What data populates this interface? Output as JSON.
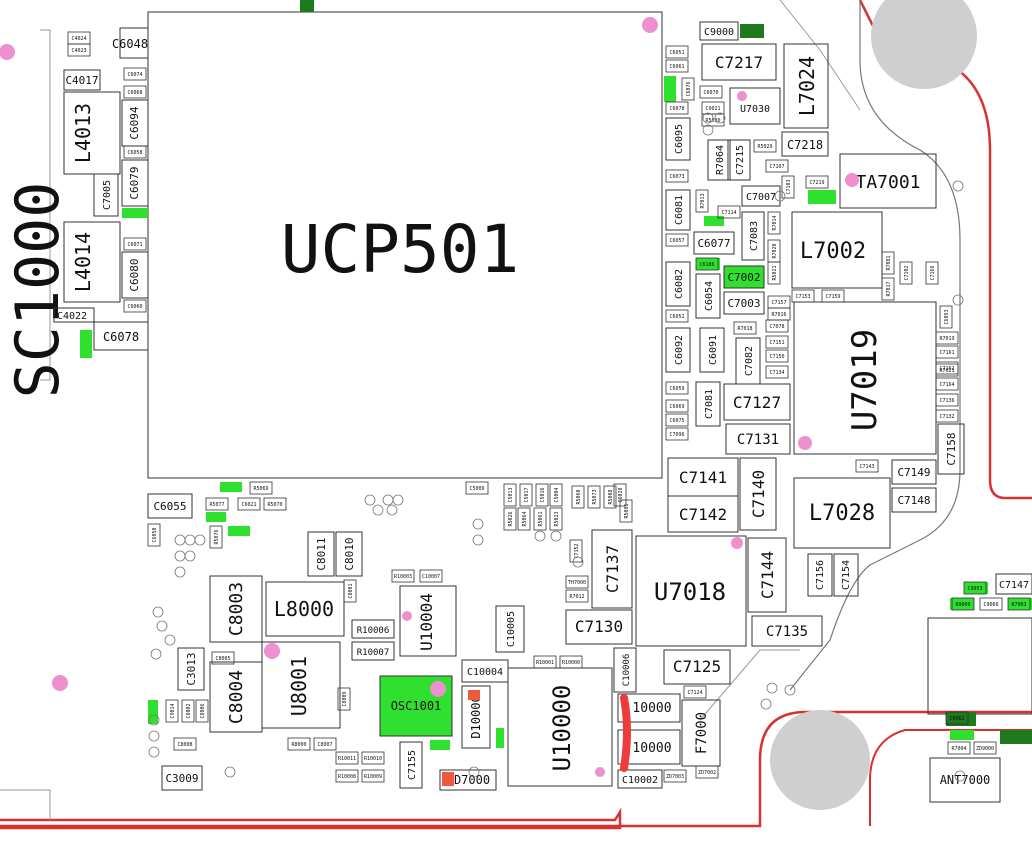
{
  "colors": {
    "outline": "#d93030",
    "component_stroke": "#333333",
    "highlight": "#2fe02f",
    "highlight_dark": "#1f7a1f",
    "pad": "#ee8fce",
    "mounting_hole": "#cfcfcf",
    "trace_mark": "#ee3b3b"
  },
  "labels": {
    "sc1000": "SC1000",
    "ucp501": "UCP501",
    "u7019": "U7019",
    "u7018": "U7018",
    "u10000": "U10000",
    "u8001": "U8001",
    "u10004": "U10004",
    "ta7001": "TA7001",
    "l7002": "L7002",
    "l7028": "L7028",
    "l7024": "L7024",
    "l4013": "L4013",
    "l4014": "L4014",
    "l8000": "L8000",
    "osc1001": "OSC1001",
    "ant7000": "ANT7000",
    "c7217": "C7217",
    "c7218": "C7218",
    "c7127": "C7127",
    "c7131": "C7131",
    "c7141": "C7141",
    "c7142": "C7142",
    "c7140": "C7140",
    "c7144": "C7144",
    "c7137": "C7137",
    "c7130": "C7130",
    "c7135": "C7135",
    "c7125": "C7125",
    "c7156": "C7156",
    "c7154": "C7154",
    "c7149": "C7149",
    "c7148": "C7148",
    "c7158": "C7158",
    "c7147": "C7147",
    "c7002": "C7002",
    "c7003": "C7003",
    "c7007": "C7007",
    "c7083": "C7083",
    "c7082": "C7082",
    "c7081": "C7081",
    "c7215": "C7215",
    "c7155": "C7155",
    "c9000": "C9000",
    "c6048": "C6048",
    "c4017": "C4017",
    "c6094": "C6094",
    "c6079": "C6079",
    "c6080": "C6080",
    "c6078": "C6078",
    "c6055": "C6055",
    "c6077": "C6077",
    "c6081": "C6081",
    "c6082": "C6082",
    "c6054": "C6054",
    "c6092": "C6092",
    "c6091": "C6091",
    "c6095": "C6095",
    "c7005": "C7005",
    "c8003": "C8003",
    "c8004": "C8004",
    "c3013": "C3013",
    "c3009": "C3009",
    "c8011": "C8011",
    "c8010": "C8010",
    "c10005": "C10005",
    "c10004": "C10004",
    "c10006": "C10006",
    "c10002": "C10002",
    "c10000a": "10000",
    "c10000b": "10000",
    "c4022": "C4022",
    "r7064": "R7064",
    "r10006": "R10006",
    "r10007": "R10007",
    "u7030": "U7030",
    "d10000": "D10000",
    "d7000": "D7000",
    "f7000": "F7000",
    "small": [
      "C6074",
      "C6068",
      "C6058",
      "C6071",
      "C6060",
      "C4024",
      "C4023",
      "C6051",
      "C6061",
      "C6076",
      "C6078",
      "C6070",
      "C9021",
      "R5030",
      "R5029",
      "C7107",
      "C7103",
      "C7219",
      "C7114",
      "R5021",
      "C7153",
      "C7159",
      "C7157",
      "R7016",
      "R7018",
      "C7078",
      "C7151",
      "C7150",
      "C7134",
      "C7161",
      "C7162",
      "C7164",
      "C7136",
      "C7132",
      "R7019",
      "R7021",
      "C7143",
      "C7124",
      "ZD7003",
      "ZD7002",
      "R10001",
      "R10000",
      "C5009",
      "C5013",
      "C5017",
      "C5016",
      "C5004",
      "R5060",
      "R5026",
      "R5064",
      "R5061",
      "R5023",
      "R5073",
      "R5008",
      "C6028",
      "C6021",
      "R5070",
      "R5069",
      "R5077",
      "R5076",
      "C6050",
      "R5085",
      "C7152",
      "TH7000",
      "R7012",
      "R10003",
      "C10007",
      "R10011",
      "R10008",
      "R10009",
      "R10010",
      "R8000",
      "C8007",
      "C8008",
      "C8009",
      "C8001",
      "C8005",
      "C8006",
      "C8002",
      "C9014",
      "C9053",
      "R9009",
      "C9066",
      "R7003",
      "R7004",
      "ZD9000",
      "C6062",
      "C7096",
      "C6075",
      "C6069",
      "C6059",
      "C6052",
      "C6057",
      "C6073",
      "R7013",
      "R7014",
      "R7020",
      "C6093",
      "C6186",
      "R7017",
      "C7102",
      "C7166",
      "R7081"
    ]
  }
}
